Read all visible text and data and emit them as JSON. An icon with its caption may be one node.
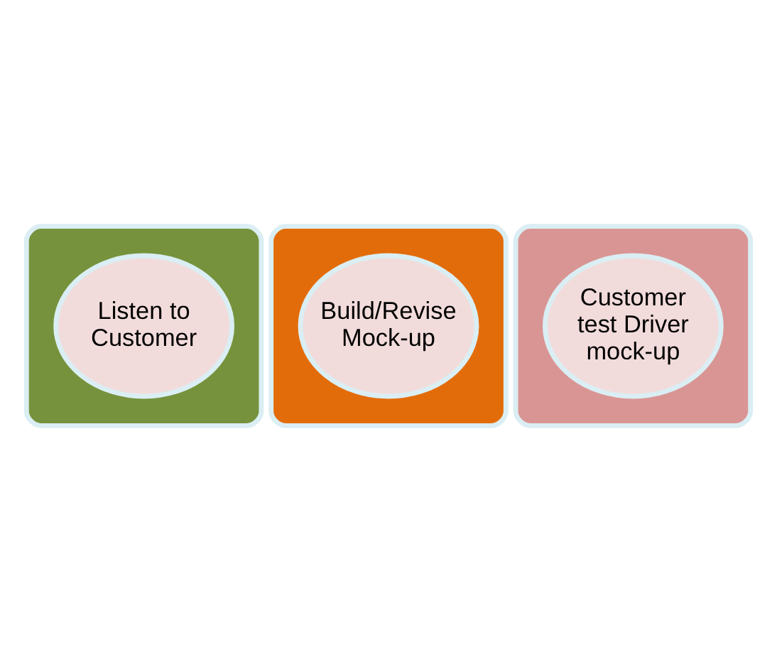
{
  "diagram": {
    "nodes": [
      {
        "text": [],
        "shape": "teardrop"
      },
      {
        "text": [
          "Listen to Customer"
        ],
        "in": 0
      },
      {
        "text": [],
        "shape": "teardrop"
      },
      {
        "text": [
          "Build/Revise Mock-up"
        ],
        "in": 2
      },
      {
        "text": [],
        "shape": "teardrop"
      },
      {
        "text": [
          "Customer test Driver mock-up"
        ],
        "in": 4
      }
    ],
    "edges": []
  }
}
